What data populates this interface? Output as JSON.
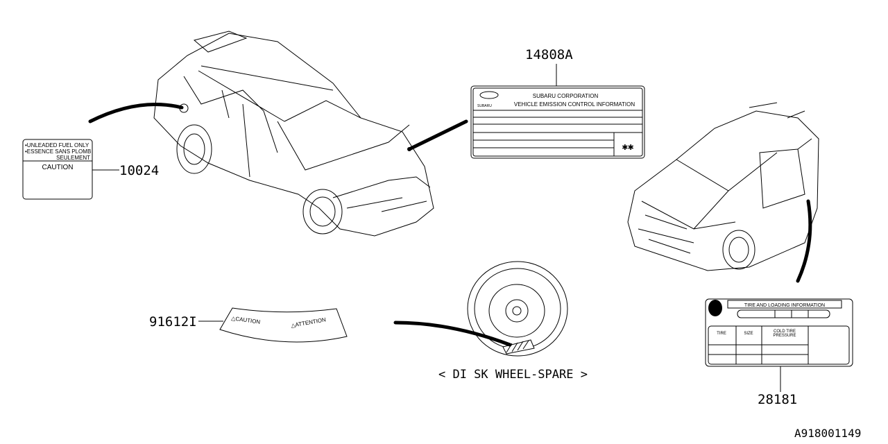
{
  "parts": {
    "fuel_label": {
      "number": "10024",
      "lines": [
        "•UNLEADED FUEL ONLY",
        "•ESSENCE SANS PLOMB",
        "SEULEMENT"
      ],
      "caption": "CAUTION"
    },
    "emission_label": {
      "number": "14808A",
      "brand": "SUBARU",
      "line1": "SUBARU CORPORATION",
      "line2": "VEHICLE EMISSION CONTROL INFORMATION",
      "mark": "✱✱"
    },
    "spare_label": {
      "number": "91612I",
      "left": "△CAUTION",
      "right": "△ATTENTION"
    },
    "tire_label": {
      "number": "28181",
      "title": "TIRE AND LOADING INFORMATION",
      "col1": "TIRE",
      "col2": "SIZE",
      "col3a": "COLD TIRE",
      "col3b": "PRESSURE"
    }
  },
  "spare_caption": "< DI SK WHEEL-SPARE >",
  "diagram_id": "A918001149"
}
